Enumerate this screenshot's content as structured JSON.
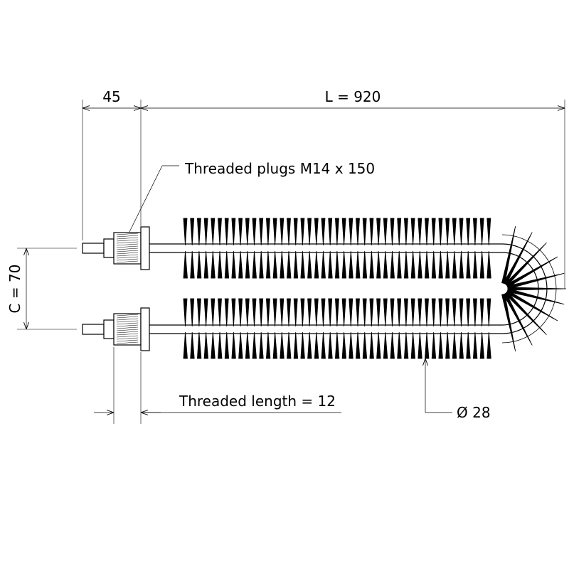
{
  "dimensions": {
    "overall_offset": "45",
    "length": "L = 920",
    "center_distance": "C = 70",
    "threaded_length": "Threaded length = 12",
    "diameter": "Ø 28"
  },
  "annotations": {
    "plug_label": "Threaded plugs M14 x 150"
  }
}
